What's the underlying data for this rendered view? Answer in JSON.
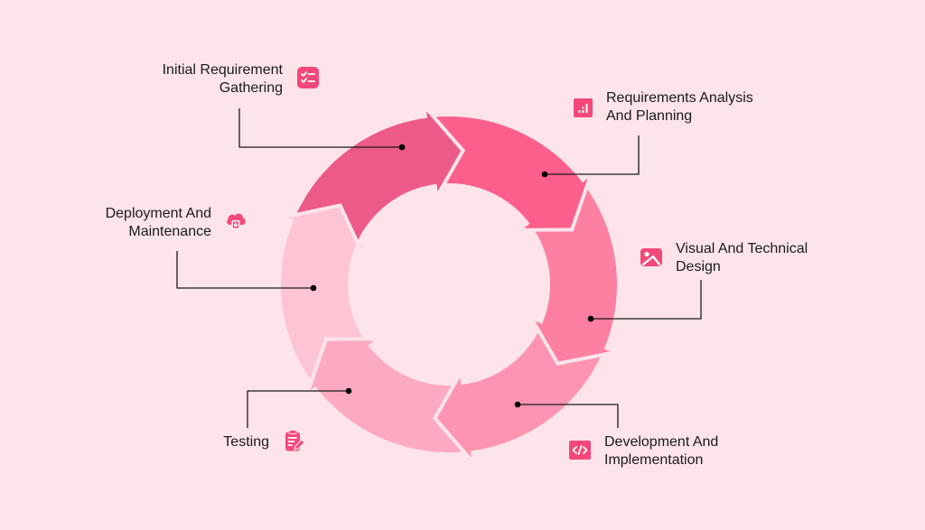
{
  "diagram": {
    "type": "cycle",
    "background_color": "#fde4ea",
    "accent_color": "#f5487a",
    "line_color": "#1a1a1a",
    "steps": [
      {
        "id": "initial-requirement-gathering",
        "lines": [
          "Initial Requirement",
          "Gathering"
        ],
        "icon": "checklist-icon",
        "color": "#ec5b87"
      },
      {
        "id": "requirements-analysis-planning",
        "lines": [
          "Requirements Analysis",
          "And Planning"
        ],
        "icon": "bar-chart-icon",
        "color": "#fd5f8d"
      },
      {
        "id": "visual-technical-design",
        "lines": [
          "Visual And Technical",
          "Design"
        ],
        "icon": "image-icon",
        "color": "#fd7fa2"
      },
      {
        "id": "development-implementation",
        "lines": [
          "Development And",
          "Implementation"
        ],
        "icon": "code-icon",
        "color": "#fd95b2"
      },
      {
        "id": "testing",
        "lines": [
          "Testing"
        ],
        "icon": "clipboard-edit-icon",
        "color": "#fcaac1"
      },
      {
        "id": "deployment-maintenance",
        "lines": [
          "Deployment And",
          "Maintenance"
        ],
        "icon": "cloud-download-icon",
        "color": "#fdc4d4"
      }
    ]
  }
}
